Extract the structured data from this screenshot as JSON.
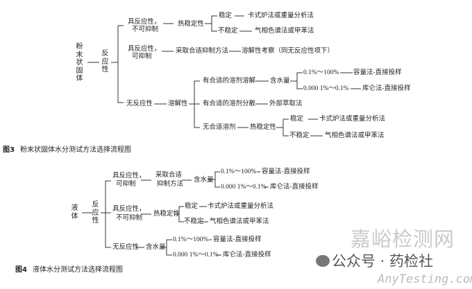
{
  "fig3": {
    "root": "粉末状固体",
    "reactivity": "反应性",
    "b1": {
      "label1": "具反应性，",
      "label2": "不可抑制",
      "test": "热稳定性",
      "stable": "稳定",
      "stable_method": "卡式炉法或重量分析法",
      "unstable": "不稳定",
      "unstable_method": "气相色谱法或甲苯法"
    },
    "b2": {
      "label1": "具反应性，",
      "label2": "可抑制",
      "action": "采取合适抑制方法",
      "next": "溶解性考察（同无反应性项下）"
    },
    "b3": {
      "label": "无反应性",
      "test": "溶解性",
      "s1": {
        "label": "有合适的溶剂溶解",
        "test": "含水量",
        "hi": "0.1%～100%",
        "hi_method": "容量法-直接投样",
        "lo": "0.000 1%～0.1%",
        "lo_method": "库仑法-直接投样"
      },
      "s2": {
        "label": "有合适的溶剂分散",
        "method": "外部萃取法"
      },
      "s3": {
        "label": "无合适溶剂",
        "test": "热稳定性",
        "stable": "稳定",
        "stable_method": "卡式炉法或重量分析法",
        "unstable": "不稳定",
        "unstable_method": "气相色谱法或甲苯法"
      }
    },
    "caption_num": "图3",
    "caption": "粉末状固体水分测试方法选择流程图"
  },
  "fig4": {
    "root": "液体",
    "reactivity": "反应性",
    "b1": {
      "label1": "具反应性，",
      "label2": "可抑制",
      "action1": "采取合适",
      "action2": "抑制方法",
      "test": "含水量",
      "hi": "0.1%～100%",
      "hi_method": "容量法-直接投样",
      "lo": "0.000 1%～0.1%",
      "lo_method": "库仑法-直接投样"
    },
    "b2": {
      "label1": "具反应性，",
      "label2": "不可抑制",
      "test": "热稳定性",
      "stable": "稳定",
      "stable_method": "卡式炉法或重量分析法",
      "unstable": "不稳定",
      "unstable_method": "气相色谱法或甲苯法"
    },
    "b3": {
      "label": "无反应性",
      "test": "含水量",
      "hi": "0.1%～100%",
      "hi_method": "容量法-直接投样",
      "lo": "0.000 1%～0.1%",
      "lo_method": "库仑法-直接投样"
    },
    "caption_num": "图4",
    "caption": "液体水分测试方法选择流程图"
  },
  "watermark": {
    "site": "嘉峪检测网",
    "wechat": "公众号 · 药检社",
    "url": "AnyTesting.com"
  }
}
